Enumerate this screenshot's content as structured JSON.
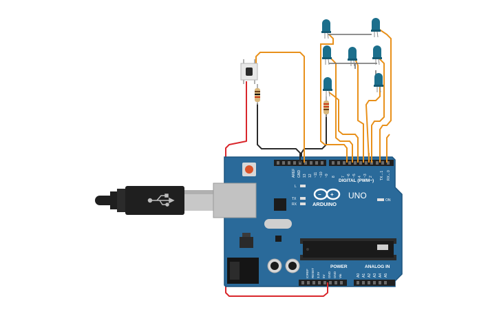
{
  "canvas": {
    "background": "#ffffff"
  },
  "colors": {
    "board": "#2a6a9a",
    "board_edge": "#1d557f",
    "wire_orange": "#e8901a",
    "wire_red": "#d9262b",
    "wire_black": "#2a2a2a",
    "led": "#1c6f8c",
    "usb_cable": "#1f1f1f",
    "usb_plug": "#c8c8c8"
  },
  "board": {
    "logo": "ARDUINO",
    "model": "UNO",
    "digital_header": "DIGITAL (PWM~)",
    "power_header": "POWER",
    "analog_header": "ANALOG IN",
    "on_label": "ON",
    "l_label": "L",
    "tx_label": "TX",
    "rx_label": "RX",
    "top_pins": [
      "AREF",
      "GND",
      "13",
      "12",
      "~11",
      "~10",
      "~9",
      "8",
      "7",
      "~6",
      "~5",
      "4",
      "~3",
      "2",
      "TX→1",
      "RX←0"
    ],
    "power_pins": [
      "IOREF",
      "RESET",
      "3.3V",
      "5V",
      "GND",
      "GND",
      "Vin"
    ],
    "analog_pins": [
      "A0",
      "A1",
      "A2",
      "A3",
      "A4",
      "A5"
    ]
  },
  "components": {
    "pushbutton": "push-button",
    "resistors": 2,
    "leds": 7
  }
}
